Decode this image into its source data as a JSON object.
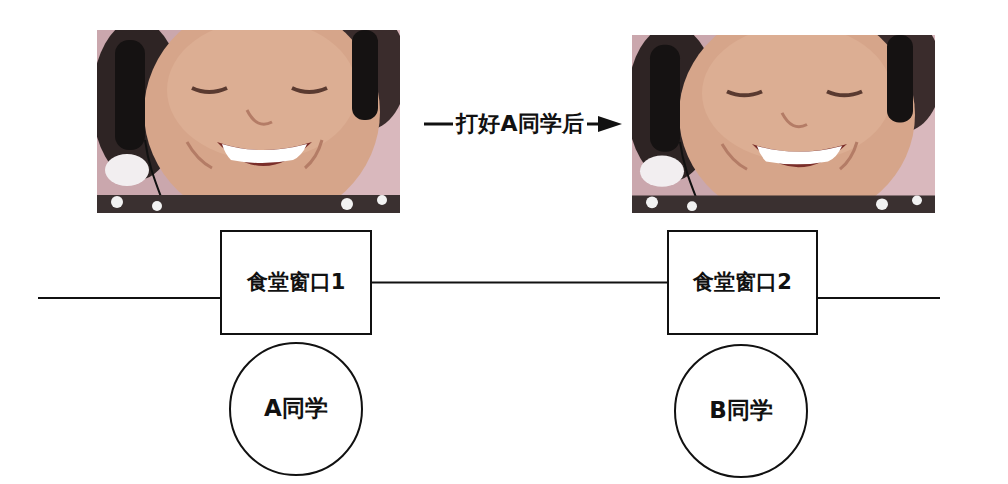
{
  "diagram": {
    "nodes": [
      {
        "text": [
          "食堂窗口1"
        ]
      },
      {
        "text": [
          "食堂窗口2"
        ]
      },
      {
        "text": [
          "A同学"
        ]
      },
      {
        "text": [
          "B同学"
        ]
      }
    ],
    "edges": [
      {
        "from": 0,
        "to": 1,
        "arrow": "none"
      }
    ],
    "labels": [
      "打好A同学后"
    ]
  }
}
